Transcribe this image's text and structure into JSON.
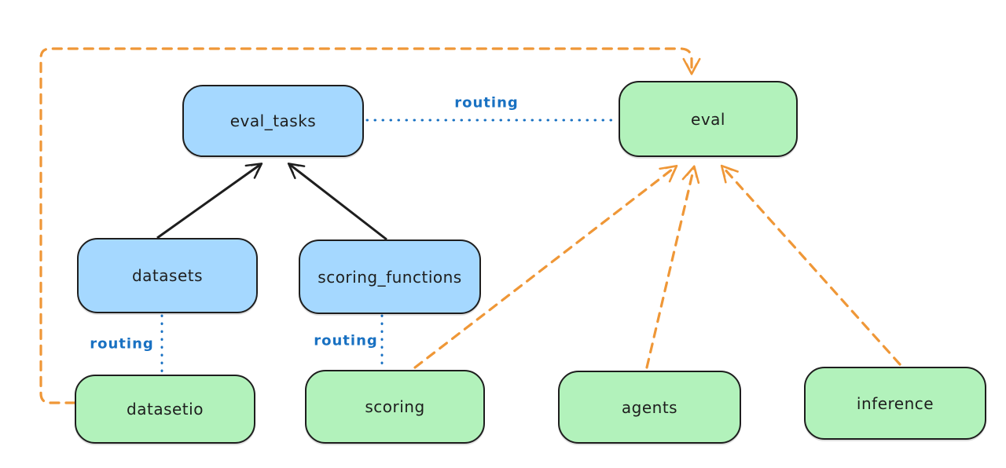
{
  "nodes": {
    "eval_tasks": {
      "label": "eval_tasks",
      "kind": "registry",
      "fill": "#a5d8ff"
    },
    "eval": {
      "label": "eval",
      "kind": "api",
      "fill": "#b2f2bb"
    },
    "datasets": {
      "label": "datasets",
      "kind": "registry",
      "fill": "#a5d8ff"
    },
    "scoring_functions": {
      "label": "scoring_functions",
      "kind": "registry",
      "fill": "#a5d8ff"
    },
    "datasetio": {
      "label": "datasetio",
      "kind": "api",
      "fill": "#b2f2bb"
    },
    "scoring": {
      "label": "scoring",
      "kind": "api",
      "fill": "#b2f2bb"
    },
    "agents": {
      "label": "agents",
      "kind": "api",
      "fill": "#b2f2bb"
    },
    "inference": {
      "label": "inference",
      "kind": "api",
      "fill": "#b2f2bb"
    }
  },
  "edge_labels": {
    "routing_top": "routing",
    "routing_left": "routing",
    "routing_mid": "routing"
  },
  "edges": [
    {
      "from": "datasets",
      "to": "eval_tasks",
      "style": "solid-black-arrow"
    },
    {
      "from": "scoring_functions",
      "to": "eval_tasks",
      "style": "solid-black-arrow"
    },
    {
      "from": "eval_tasks",
      "to": "eval",
      "style": "dotted-blue-line",
      "label": "routing"
    },
    {
      "from": "datasets",
      "to": "datasetio",
      "style": "dotted-blue-line",
      "label": "routing"
    },
    {
      "from": "scoring_functions",
      "to": "scoring",
      "style": "dotted-blue-line",
      "label": "routing"
    },
    {
      "from": "datasetio",
      "to": "eval",
      "style": "dashed-orange-arrow"
    },
    {
      "from": "scoring",
      "to": "eval",
      "style": "dashed-orange-arrow"
    },
    {
      "from": "agents",
      "to": "eval",
      "style": "dashed-orange-arrow"
    },
    {
      "from": "inference",
      "to": "eval",
      "style": "dashed-orange-arrow"
    }
  ],
  "colors": {
    "node_border": "#1e1e1e",
    "blue_fill": "#a5d8ff",
    "green_fill": "#b2f2bb",
    "routing_line": "#1971c2",
    "provider_edge": "#ef9737",
    "registration_edge": "#1e1e1e",
    "canvas_bg": "#ffffff"
  }
}
